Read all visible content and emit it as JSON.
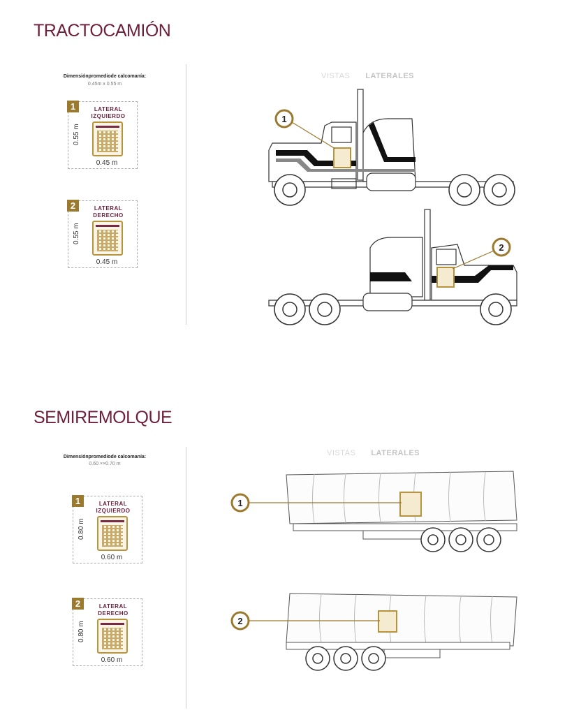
{
  "colors": {
    "title": "#6e1f3c",
    "gold": "#9b7a2f"
  },
  "sections": [
    {
      "title": "TRACTOCAMIÓN",
      "dim_heading": "Dimensiónpromediode calcomanía:",
      "dim_value": "0.45m x 0.55 m",
      "views_a": "VISTAS",
      "views_b": "LATERALES",
      "cards": [
        {
          "num": "1",
          "label1": "LATERAL",
          "label2": "IZQUIERDO",
          "height": "0.55 m",
          "width": "0.45 m"
        },
        {
          "num": "2",
          "label1": "LATERAL",
          "label2": "DERECHO",
          "height": "0.55 m",
          "width": "0.45 m"
        }
      ],
      "callouts": [
        "1",
        "2"
      ]
    },
    {
      "title": "SEMIREMOLQUE",
      "dim_heading": "Dimensiónpromediode calcomanía:",
      "dim_value": "0.60 ××0.70 m",
      "views_a": "VISTAS",
      "views_b": "LATERALES",
      "cards": [
        {
          "num": "1",
          "label1": "LATERAL",
          "label2": "IZQUIERDO",
          "height": "0.80 m",
          "width": "0.60 m"
        },
        {
          "num": "2",
          "label1": "LATERAL",
          "label2": "DERECHO",
          "height": "0.80 m",
          "width": "0.60 m"
        }
      ],
      "callouts": [
        "1",
        "2"
      ]
    }
  ]
}
